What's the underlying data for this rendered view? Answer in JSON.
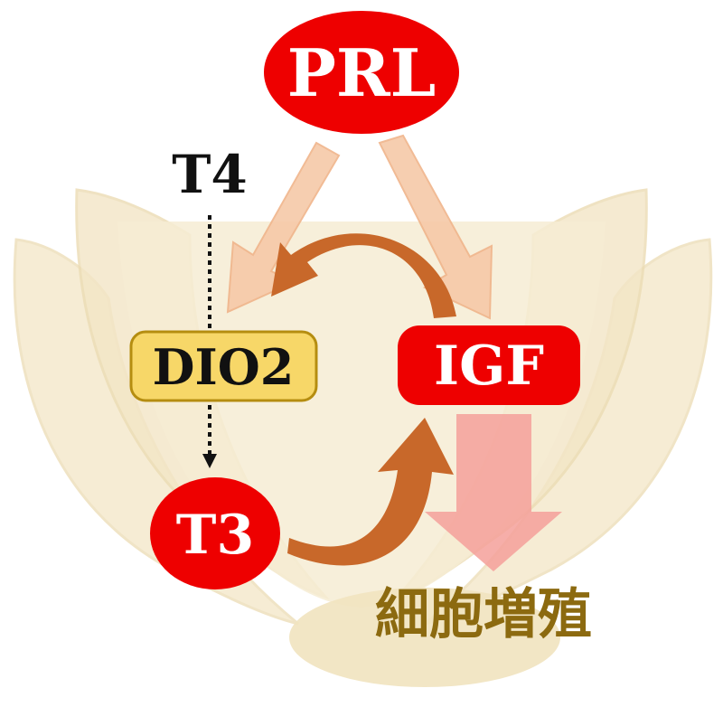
{
  "diagram": {
    "nodes": {
      "prl": "PRL",
      "t4": "T4",
      "dio2": "DIO2",
      "igf": "IGF",
      "t3": "T3"
    },
    "outcome_label": "細胞増殖"
  },
  "colors": {
    "node_red": "#ee0000",
    "dio2_fill": "#f7d768",
    "dio2_border": "#b58d10",
    "cycle_arrow": "#c8682a",
    "prl_arrow": "#f6c9a8",
    "down_arrow": "#f5a09a",
    "label_gold": "#8c6a10",
    "background_shape": "#f3e6c6"
  }
}
